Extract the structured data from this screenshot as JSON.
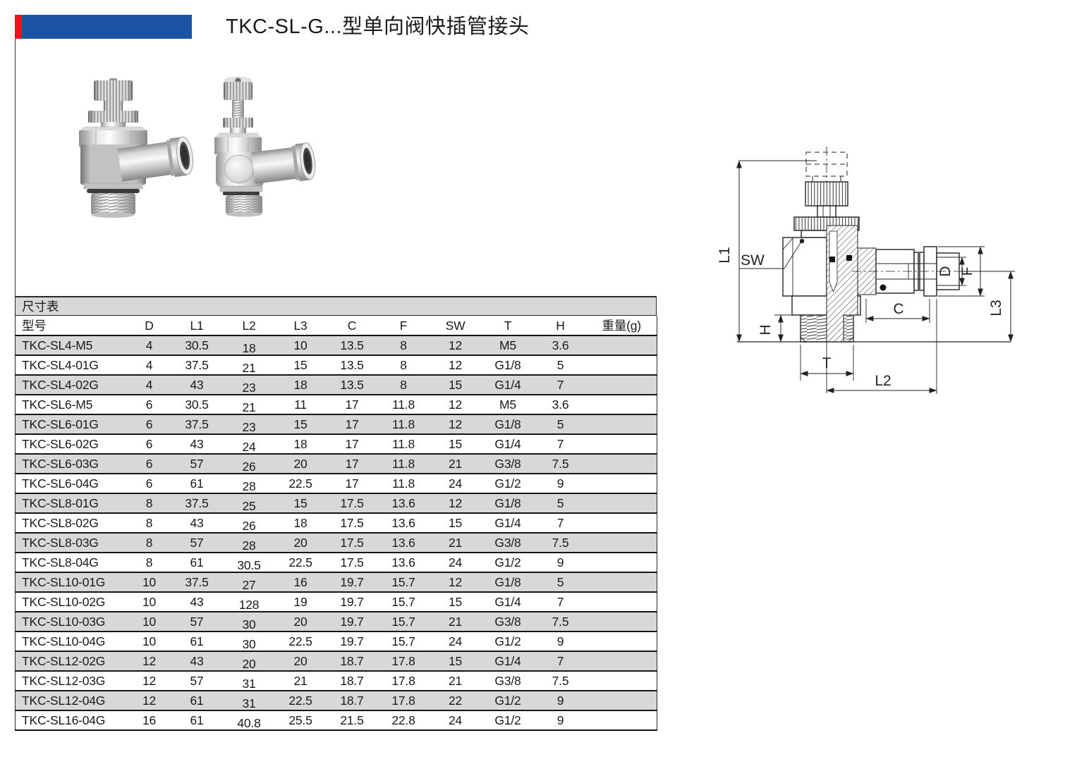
{
  "page": {
    "title": "TKC-SL-G...型单向阀快插管接头",
    "colors": {
      "brand_red": "#e8151b",
      "brand_blue": "#1a53a4",
      "row_stripe": "#d8d8d8"
    }
  },
  "drawing": {
    "labels": {
      "l1": "L1",
      "sw": "SW",
      "h": "H",
      "t": "T",
      "c": "C",
      "d": "D",
      "f": "F",
      "l3": "L3",
      "l2": "L2"
    }
  },
  "table": {
    "caption": "尺寸表",
    "columns": [
      "型号",
      "D",
      "L1",
      "L2",
      "L3",
      "C",
      "F",
      "SW",
      "T",
      "H",
      "重量(g)"
    ],
    "rows": [
      [
        "TKC-SL4-M5",
        "4",
        "30.5",
        "18",
        "10",
        "13.5",
        "8",
        "12",
        "M5",
        "3.6",
        ""
      ],
      [
        "TKC-SL4-01G",
        "4",
        "37.5",
        "21",
        "15",
        "13.5",
        "8",
        "12",
        "G1/8",
        "5",
        ""
      ],
      [
        "TKC-SL4-02G",
        "4",
        "43",
        "23",
        "18",
        "13.5",
        "8",
        "15",
        "G1/4",
        "7",
        ""
      ],
      [
        "TKC-SL6-M5",
        "6",
        "30.5",
        "21",
        "11",
        "17",
        "11.8",
        "12",
        "M5",
        "3.6",
        ""
      ],
      [
        "TKC-SL6-01G",
        "6",
        "37.5",
        "23",
        "15",
        "17",
        "11.8",
        "12",
        "G1/8",
        "5",
        ""
      ],
      [
        "TKC-SL6-02G",
        "6",
        "43",
        "24",
        "18",
        "17",
        "11.8",
        "15",
        "G1/4",
        "7",
        ""
      ],
      [
        "TKC-SL6-03G",
        "6",
        "57",
        "26",
        "20",
        "17",
        "11.8",
        "21",
        "G3/8",
        "7.5",
        ""
      ],
      [
        "TKC-SL6-04G",
        "6",
        "61",
        "28",
        "22.5",
        "17",
        "11.8",
        "24",
        "G1/2",
        "9",
        ""
      ],
      [
        "TKC-SL8-01G",
        "8",
        "37.5",
        "25",
        "15",
        "17.5",
        "13.6",
        "12",
        "G1/8",
        "5",
        ""
      ],
      [
        "TKC-SL8-02G",
        "8",
        "43",
        "26",
        "18",
        "17.5",
        "13.6",
        "15",
        "G1/4",
        "7",
        ""
      ],
      [
        "TKC-SL8-03G",
        "8",
        "57",
        "28",
        "20",
        "17.5",
        "13.6",
        "21",
        "G3/8",
        "7.5",
        ""
      ],
      [
        "TKC-SL8-04G",
        "8",
        "61",
        "30.5",
        "22.5",
        "17.5",
        "13.6",
        "24",
        "G1/2",
        "9",
        ""
      ],
      [
        "TKC-SL10-01G",
        "10",
        "37.5",
        "27",
        "16",
        "19.7",
        "15.7",
        "12",
        "G1/8",
        "5",
        ""
      ],
      [
        "TKC-SL10-02G",
        "10",
        "43",
        "128",
        "19",
        "19.7",
        "15.7",
        "15",
        "G1/4",
        "7",
        ""
      ],
      [
        "TKC-SL10-03G",
        "10",
        "57",
        "30",
        "20",
        "19.7",
        "15.7",
        "21",
        "G3/8",
        "7.5",
        ""
      ],
      [
        "TKC-SL10-04G",
        "10",
        "61",
        "30",
        "22.5",
        "19.7",
        "15.7",
        "24",
        "G1/2",
        "9",
        ""
      ],
      [
        "TKC-SL12-02G",
        "12",
        "43",
        "20",
        "20",
        "18.7",
        "17.8",
        "15",
        "G1/4",
        "7",
        ""
      ],
      [
        "TKC-SL12-03G",
        "12",
        "57",
        "31",
        "21",
        "18.7",
        "17.8",
        "21",
        "G3/8",
        "7.5",
        ""
      ],
      [
        "TKC-SL12-04G",
        "12",
        "61",
        "31",
        "22.5",
        "18.7",
        "17.8",
        "22",
        "G1/2",
        "9",
        ""
      ],
      [
        "TKC-SL16-04G",
        "16",
        "61",
        "40.8",
        "25.5",
        "21.5",
        "22.8",
        "24",
        "G1/2",
        "9",
        ""
      ]
    ]
  }
}
